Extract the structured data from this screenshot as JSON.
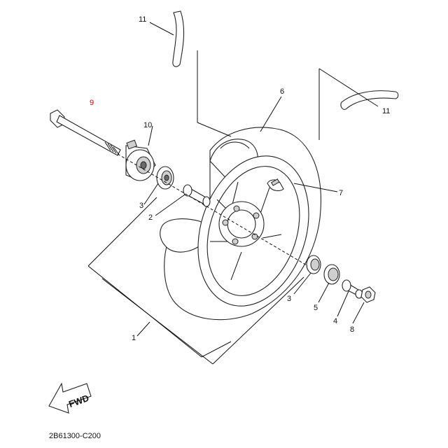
{
  "callouts": {
    "c1": "1",
    "c2": "2",
    "c3a": "3",
    "c3b": "3",
    "c4": "4",
    "c5": "5",
    "c6": "6",
    "c7": "7",
    "c8": "8",
    "c9": "9",
    "c10": "10",
    "c11a": "11",
    "c11b": "11"
  },
  "fwd": "FWD",
  "diagram_code": "2B61300-C200",
  "colors": {
    "line": "#111111",
    "highlight_label": "#d40000",
    "shade": "#cfcfcf"
  }
}
